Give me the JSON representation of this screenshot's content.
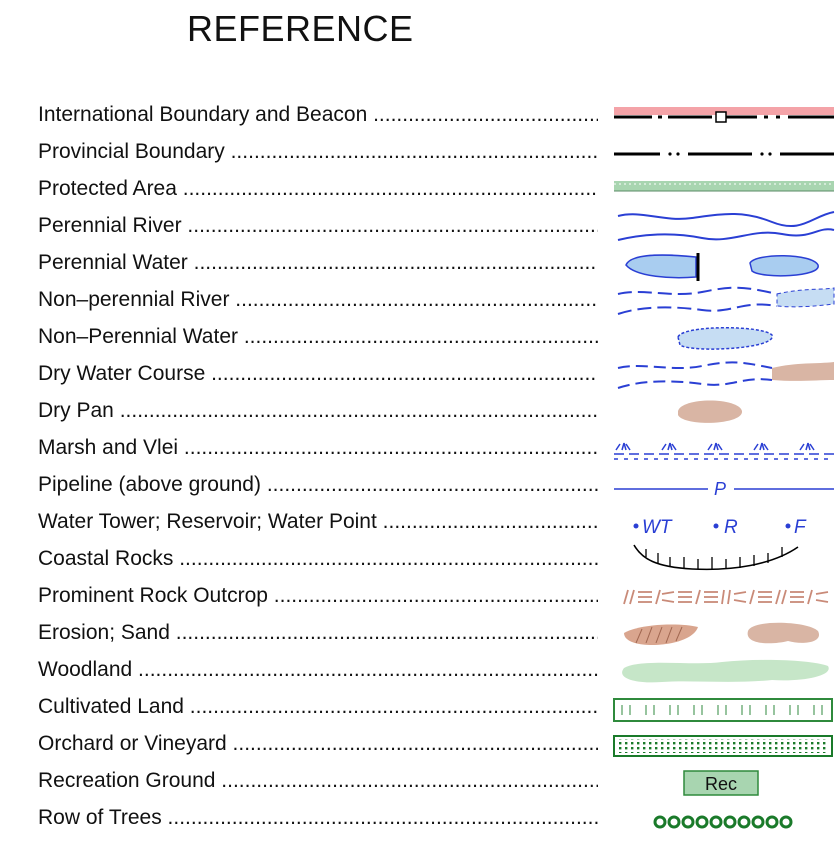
{
  "title": "REFERENCE",
  "items": [
    {
      "label": "International Boundary and Beacon"
    },
    {
      "label": "Provincial Boundary"
    },
    {
      "label": "Protected Area"
    },
    {
      "label": "Perennial River"
    },
    {
      "label": "Perennial Water"
    },
    {
      "label": "Non–perennial River"
    },
    {
      "label": "Non–Perennial Water"
    },
    {
      "label": "Dry Water Course"
    },
    {
      "label": "Dry Pan"
    },
    {
      "label": "Marsh and Vlei"
    },
    {
      "label": "Pipeline (above ground)"
    },
    {
      "label": "Water Tower; Reservoir; Water Point"
    },
    {
      "label": "Coastal Rocks"
    },
    {
      "label": "Prominent Rock Outcrop"
    },
    {
      "label": "Erosion; Sand"
    },
    {
      "label": "Woodland"
    },
    {
      "label": "Cultivated Land"
    },
    {
      "label": "Orchard or Vineyard"
    },
    {
      "label": "Recreation Ground"
    },
    {
      "label": "Row of Trees"
    }
  ],
  "symbol_text": {
    "pipeline": "P",
    "water_tower": "WT",
    "reservoir": "R",
    "water_point": "F",
    "recreation": "Rec"
  },
  "colors": {
    "boundary_pink": "#f4a3a8",
    "protected_green": "#a8d5b0",
    "water_blue": "#2a3fd4",
    "water_fill": "#a9cdf0",
    "pan_fill": "#d9b5a4",
    "woodland_fill": "#c6e6c8",
    "cultivated_green": "#2f8a3c",
    "tree_green": "#1a7a2a"
  }
}
